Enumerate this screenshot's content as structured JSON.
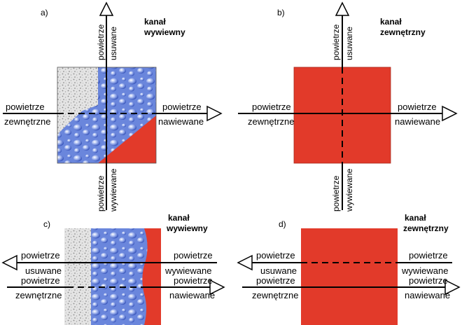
{
  "colors": {
    "red": "#e23a2a",
    "water_blue": "#5a78d8",
    "water_light": "#c8d4f4",
    "speckle_grey": "#cfcfcf"
  },
  "panels": [
    {
      "letter": "a)",
      "channel_line1": "kanał",
      "channel_line2": "wywiewny",
      "top_line1": "powietrze",
      "top_line2": "usuwane",
      "bottom_line1": "powietrze",
      "bottom_line2": "wywiewane",
      "left_line1": "powietrze",
      "left_line2": "zewnętrzne",
      "right_line1": "powietrze",
      "right_line2": "nawiewane"
    },
    {
      "letter": "b)",
      "channel_line1": "kanał",
      "channel_line2": "zewnętrzny",
      "top_line1": "powietrze",
      "top_line2": "usuwane",
      "bottom_line1": "powietrze",
      "bottom_line2": "wywiewane",
      "left_line1": "powietrze",
      "left_line2": "zewnętrzne",
      "right_line1": "powietrze",
      "right_line2": "nawiewane"
    },
    {
      "letter": "c)",
      "channel_line1": "kanał",
      "channel_line2": "wywiewny",
      "upper_left_line1": "powietrze",
      "upper_left_line2": "usuwane",
      "upper_right_line1": "powietrze",
      "upper_right_line2": "wywiewane",
      "lower_left_line1": "powietrze",
      "lower_left_line2": "zewnętrzne",
      "lower_right_line1": "powietrze",
      "lower_right_line2": "nawiewane"
    },
    {
      "letter": "d)",
      "channel_line1": "kanał",
      "channel_line2": "zewnętrzny",
      "upper_left_line1": "powietrze",
      "upper_left_line2": "usuwane",
      "upper_right_line1": "powietrze",
      "upper_right_line2": "wywiewane",
      "lower_left_line1": "powietrze",
      "lower_left_line2": "zewnętrzne",
      "lower_right_line1": "powietrze",
      "lower_right_line2": "nawiewane"
    }
  ]
}
